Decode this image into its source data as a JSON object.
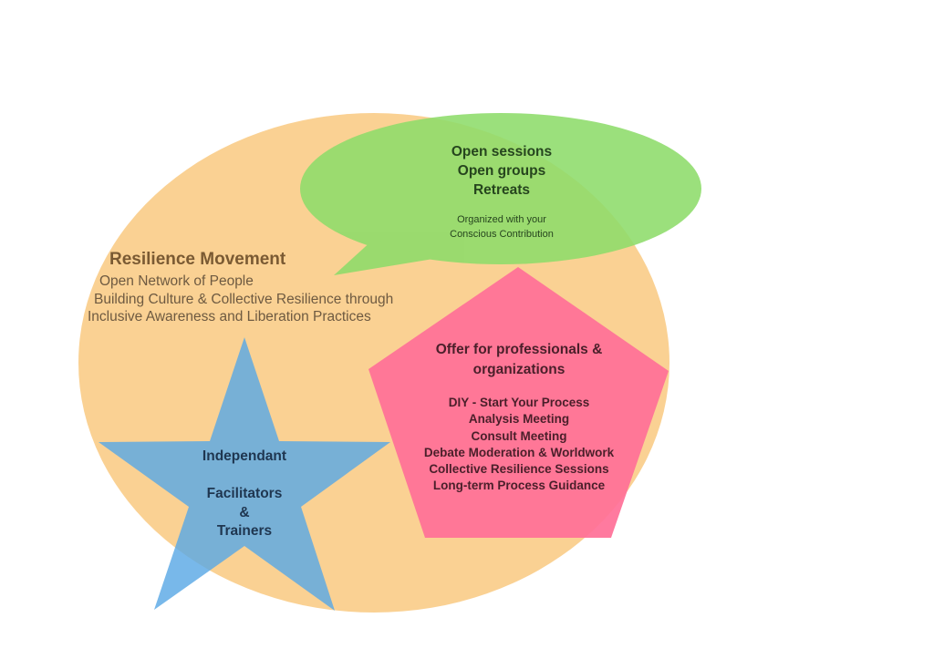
{
  "colors": {
    "circle": "#fad08f",
    "bubble": "#8ddc6a",
    "pentagon": "#ff7096",
    "star": "#5aa8e5"
  },
  "resilience_movement": {
    "title": "Resilience Movement",
    "lines": [
      "Open Network of People",
      "Building Culture & Collective Resilience through",
      "Inclusive Awareness and Liberation Practices"
    ]
  },
  "open_sessions": {
    "main": [
      "Open sessions",
      "Open groups",
      "Retreats"
    ],
    "sub": [
      "Organized with your",
      "Conscious Contribution"
    ]
  },
  "professionals": {
    "title_lines": [
      "Offer for professionals &",
      "organizations"
    ],
    "items": [
      "DIY - Start Your Process",
      "Analysis Meeting",
      "Consult Meeting",
      "Debate Moderation & Worldwork",
      "Collective Resilience Sessions",
      "Long-term Process Guidance"
    ]
  },
  "facilitators": {
    "lines": [
      "Independant",
      "",
      "Facilitators",
      "&",
      "Trainers"
    ]
  }
}
